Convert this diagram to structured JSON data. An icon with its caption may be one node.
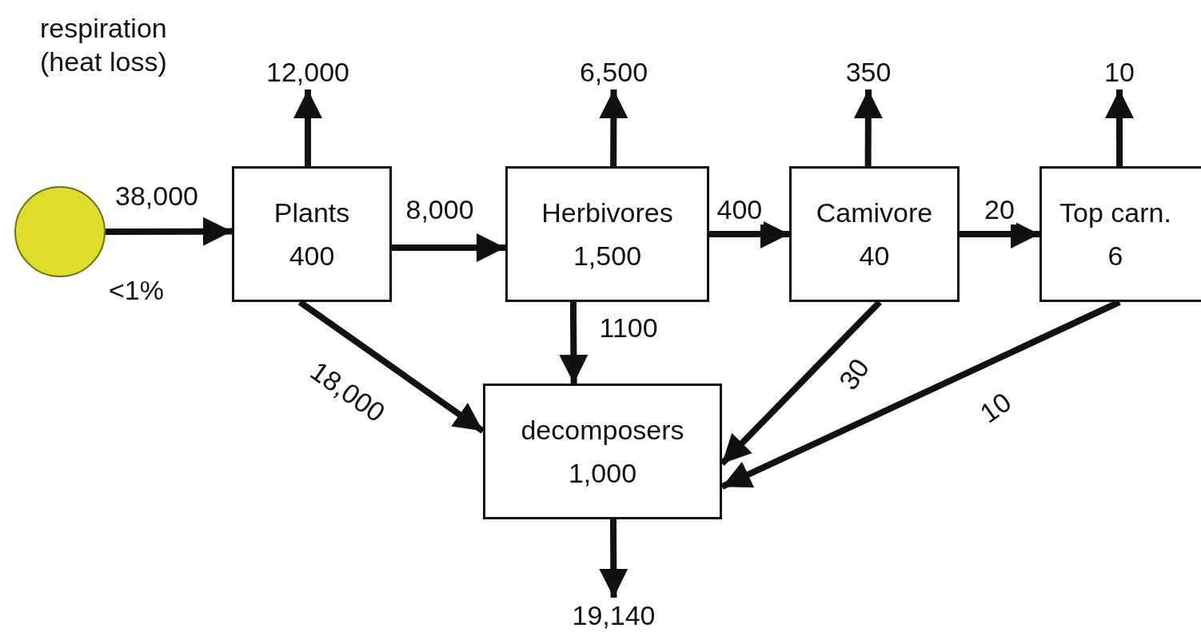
{
  "diagram": {
    "nodes": [
      {
        "text": [],
        "shape": "circle"
      },
      {
        "text": [
          "Plants",
          "400"
        ]
      },
      {
        "text": [
          "Herbivores",
          "1,500"
        ]
      },
      {
        "text": [
          "Camivore",
          "40"
        ]
      },
      {
        "text": [
          "Top carn.",
          "6"
        ]
      },
      {
        "text": [
          "decomposers",
          "1,000"
        ]
      },
      {
        "text": [
          "12,000"
        ]
      },
      {
        "text": [
          "6,500"
        ]
      },
      {
        "text": [
          "350"
        ]
      },
      {
        "text": [
          "10"
        ]
      },
      {
        "text": [
          "19,140"
        ]
      }
    ],
    "edges": [
      {
        "from": 0,
        "to": 1,
        "arrow": "to",
        "label": "38,000"
      },
      {
        "from": 1,
        "to": 2,
        "arrow": "to",
        "label": "8,000"
      },
      {
        "from": 2,
        "to": 3,
        "arrow": "to",
        "label": "400"
      },
      {
        "from": 3,
        "to": 4,
        "arrow": "to",
        "label": "20"
      },
      {
        "from": 1,
        "to": 6,
        "arrow": "to"
      },
      {
        "from": 2,
        "to": 7,
        "arrow": "to"
      },
      {
        "from": 3,
        "to": 8,
        "arrow": "to"
      },
      {
        "from": 4,
        "to": 9,
        "arrow": "to"
      },
      {
        "from": 1,
        "to": 5,
        "arrow": "to",
        "label": "18,000"
      },
      {
        "from": 2,
        "to": 5,
        "arrow": "to",
        "label": "1100"
      },
      {
        "from": 3,
        "to": 5,
        "arrow": "to",
        "label": "30"
      },
      {
        "from": 4,
        "to": 5,
        "arrow": "to",
        "label": "10"
      },
      {
        "from": 5,
        "to": 10,
        "arrow": "to"
      }
    ],
    "labels": [
      "respiration (heat loss)",
      "<1%"
    ]
  }
}
